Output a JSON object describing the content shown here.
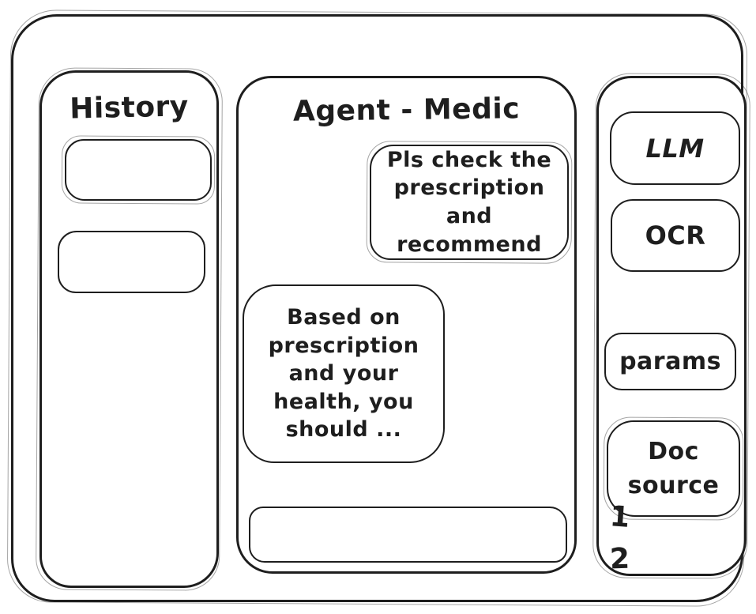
{
  "colors": {
    "stroke": "#1e1e1e",
    "background": "#ffffff"
  },
  "history_sidebar": {
    "title": "History",
    "items": [
      {
        "label": ""
      },
      {
        "label": ""
      }
    ]
  },
  "chat": {
    "title": "Agent - Medic",
    "messages": [
      {
        "role": "user",
        "align": "right",
        "text": "Pls check the prescription and recommend"
      },
      {
        "role": "assistant",
        "align": "left",
        "text": "Based on prescription and your health, you should ..."
      }
    ],
    "input": {
      "value": "",
      "placeholder": ""
    }
  },
  "tools_sidebar": {
    "buttons": [
      {
        "id": "llm",
        "label": "LLM"
      },
      {
        "id": "ocr",
        "label": "OCR"
      },
      {
        "id": "params",
        "label": "params"
      },
      {
        "id": "doc_source",
        "label": "Doc source"
      }
    ],
    "doc_source_list": [
      "1",
      "2"
    ]
  }
}
